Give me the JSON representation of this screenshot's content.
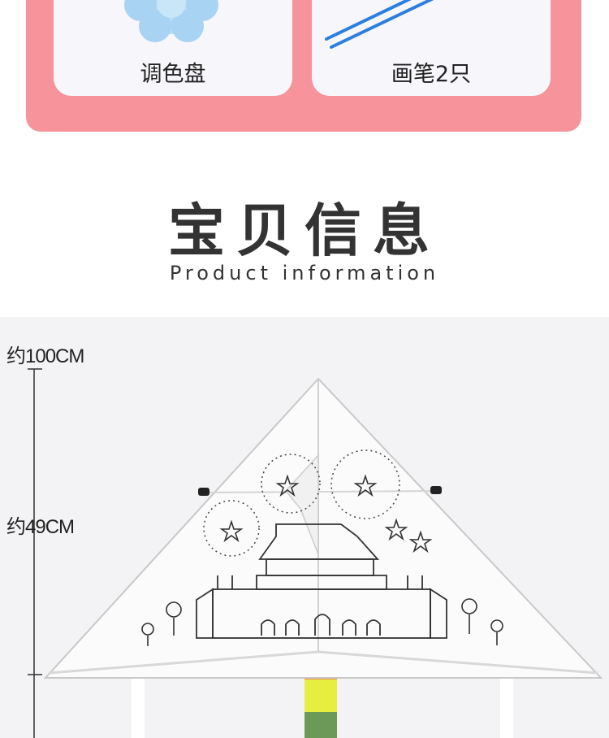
{
  "accessories": {
    "palette_label": "调色盘",
    "brush_label": "画笔2只"
  },
  "section": {
    "title": "宝贝信息",
    "subtitle": "Product information"
  },
  "dimensions": {
    "total_label": "约100CM",
    "height_label": "约49CM"
  },
  "colors": {
    "panel_pink": "#f7939b",
    "card_bg": "#f7f6fb",
    "palette_blue": "#b8dcf6",
    "brush_blue": "#2a7fe0",
    "tail_orange": "#f58c4a",
    "tail_yellow": "#e8ee3f",
    "tail_green": "#6a9a55"
  }
}
